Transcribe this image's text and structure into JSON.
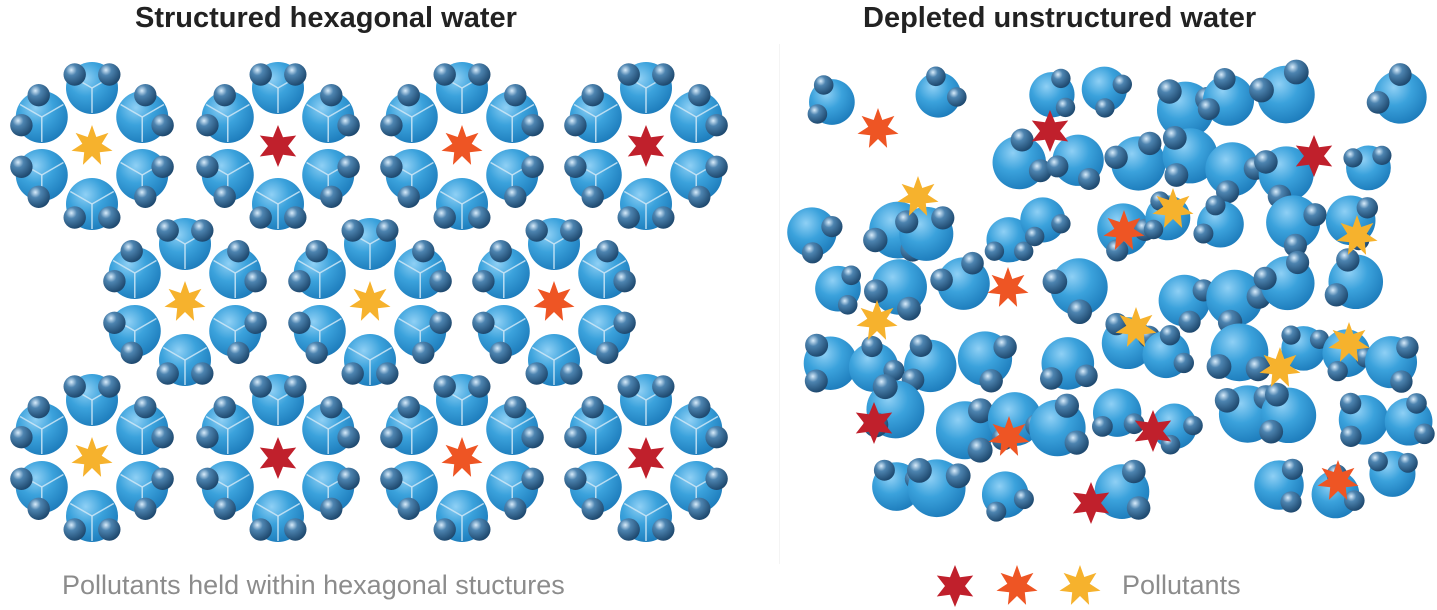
{
  "panels": {
    "structured": {
      "title": "Structured hexagonal water",
      "caption": "Pollutants held within hexagonal stuctures"
    },
    "unstructured": {
      "title": "Depleted unstructured water"
    }
  },
  "legend": {
    "label": "Pollutants"
  },
  "colors": {
    "oxygen": "#2d95d3",
    "oxygen_highlight": "#8fd0f5",
    "hydrogen": "#2b5d86",
    "hydrogen_highlight": "#d8ecfb",
    "bond_line": "#cfe8f7",
    "pollutant_red": "#c0202c",
    "pollutant_orange": "#ee5524",
    "pollutant_yellow": "#f6b22d",
    "title_text": "#222222",
    "caption_text": "#8c8c8c"
  },
  "icons": {
    "molecule": "water-molecule-icon",
    "pollutant": "star-icon"
  }
}
